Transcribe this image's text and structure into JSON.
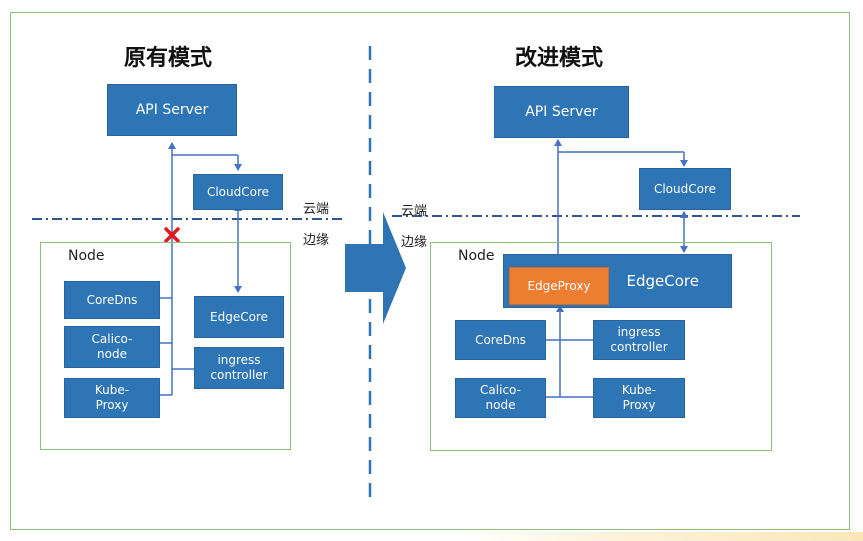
{
  "left": {
    "title": "原有模式",
    "api_server": "API Server",
    "cloudcore": "CloudCore",
    "cloud_label": "云端",
    "edge_label": "边缘",
    "node_label": "Node",
    "coredns": "CoreDns",
    "calico": "Calico-\nnode",
    "kube_proxy": "Kube-\nProxy",
    "edgecore": "EdgeCore",
    "ingress": "ingress\ncontroller"
  },
  "right": {
    "title": "改进模式",
    "api_server": "API Server",
    "cloudcore": "CloudCore",
    "cloud_label": "云端",
    "edge_label": "边缘",
    "node_label": "Node",
    "edgeproxy": "EdgeProxy",
    "edgecore": "EdgeCore",
    "coredns": "CoreDns",
    "ingress": "ingress\ncontroller",
    "calico": "Calico-\nnode",
    "kube_proxy": "Kube-\nProxy"
  },
  "colors": {
    "box": "#2e75b6",
    "edgeproxy": "#ed7d31",
    "line": "#4472c4",
    "divider": "#2f5597",
    "node_border": "#8fbf7f",
    "cross": "#e31a1c"
  }
}
